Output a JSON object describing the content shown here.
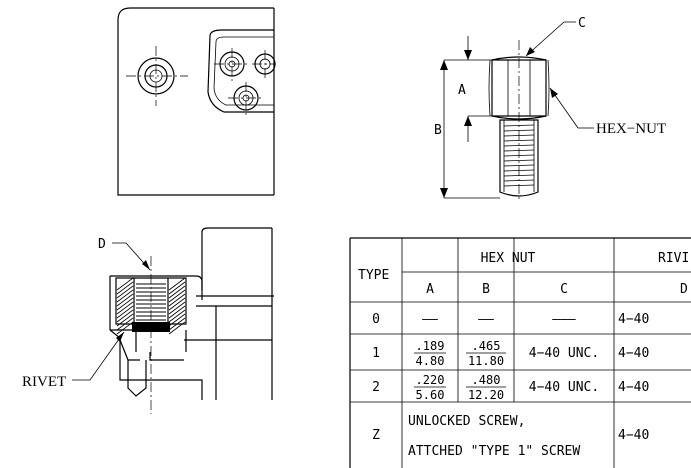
{
  "callouts": {
    "c": "C",
    "a": "A",
    "b": "B",
    "d": "D",
    "hex_nut": "HEX−NUT",
    "rivet": "RIVET"
  },
  "table": {
    "type_header": "TYPE",
    "hex_nut_header": "HEX  NUT",
    "rivet_header": "RIVI",
    "col_a": "A",
    "col_b": "B",
    "col_c": "C",
    "col_d": "D",
    "rows": [
      {
        "type": "0",
        "a": "——",
        "b": "——",
        "c": "———",
        "d": "4−40"
      },
      {
        "type": "1",
        "a_num": ".189",
        "a_den": "4.80",
        "b_num": ".465",
        "b_den": "11.80",
        "c": "4−40  UNC.",
        "d": "4−40"
      },
      {
        "type": "2",
        "a_num": ".220",
        "a_den": "5.60",
        "b_num": ".480",
        "b_den": "12.20",
        "c": "4−40  UNC.",
        "d": "4−40"
      },
      {
        "type": "Z",
        "c_line1": "UNLOCKED  SCREW,",
        "c_line2": "ATTCHED  \"TYPE  1\"  SCREW",
        "d": "4−40"
      }
    ]
  }
}
